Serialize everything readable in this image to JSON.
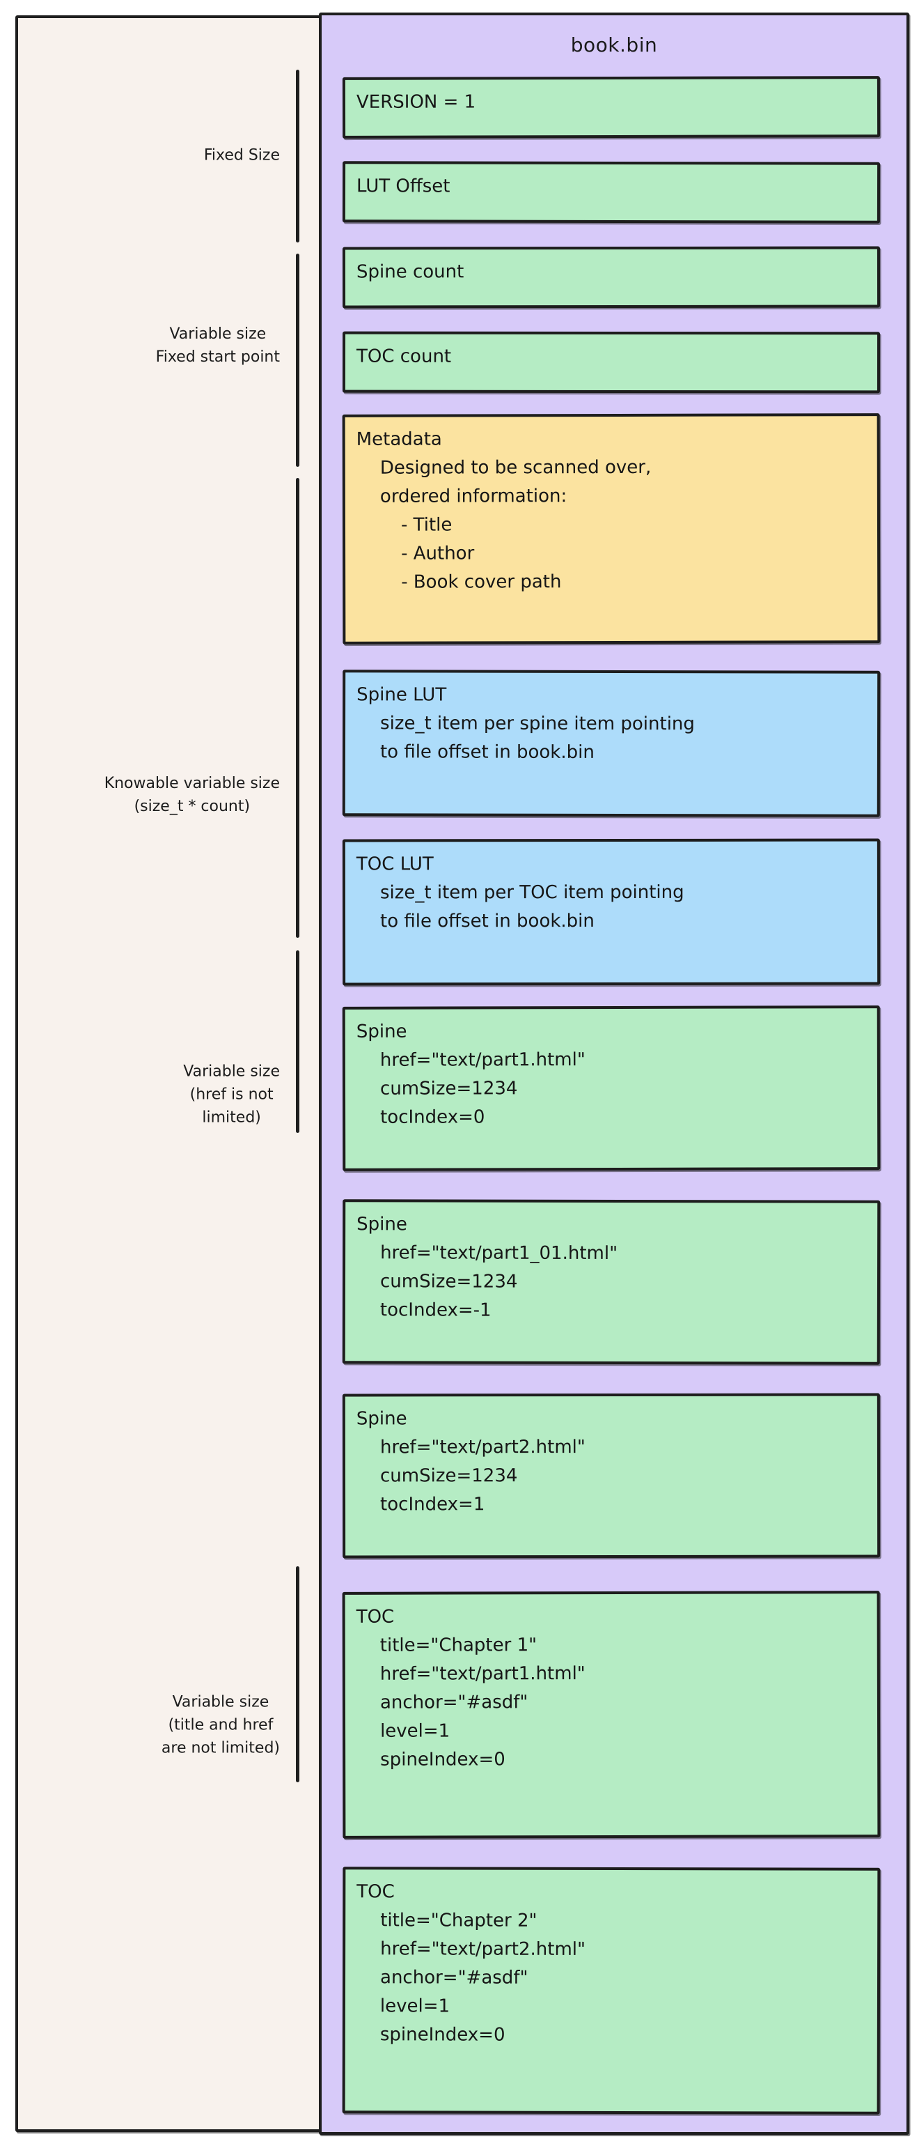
{
  "panel": {
    "title": "book.bin"
  },
  "groups": [
    {
      "label": "Fixed Size"
    },
    {
      "label": "Variable size\nFixed start point"
    },
    {
      "label": "Knowable variable size\n(size_t * count)"
    },
    {
      "label": "Variable size\n(href is not\nlimited)"
    },
    {
      "label": "Variable size\n(title and href\nare not limited)"
    }
  ],
  "boxes": [
    {
      "name": "version",
      "color": "green",
      "lines": [
        {
          "t": "VERSION = 1",
          "ind": 0
        }
      ]
    },
    {
      "name": "lut-offset",
      "color": "green",
      "lines": [
        {
          "t": "LUT Offset",
          "ind": 0
        }
      ]
    },
    {
      "name": "spine-count",
      "color": "green",
      "lines": [
        {
          "t": "Spine count",
          "ind": 0
        }
      ]
    },
    {
      "name": "toc-count",
      "color": "green",
      "lines": [
        {
          "t": "TOC count",
          "ind": 0
        }
      ]
    },
    {
      "name": "metadata",
      "color": "yellow",
      "lines": [
        {
          "t": "Metadata",
          "ind": 0
        },
        {
          "t": "Designed to be scanned over,",
          "ind": 1
        },
        {
          "t": "ordered information:",
          "ind": 1
        },
        {
          "t": "- Title",
          "ind": 2
        },
        {
          "t": "- Author",
          "ind": 2
        },
        {
          "t": "- Book cover path",
          "ind": 2
        }
      ]
    },
    {
      "name": "spine-lut",
      "color": "blue",
      "lines": [
        {
          "t": "Spine LUT",
          "ind": 0
        },
        {
          "t": "size_t item per spine item pointing",
          "ind": 1
        },
        {
          "t": "to file offset in book.bin",
          "ind": 1
        }
      ]
    },
    {
      "name": "toc-lut",
      "color": "blue",
      "lines": [
        {
          "t": "TOC LUT",
          "ind": 0
        },
        {
          "t": "size_t item per TOC item pointing",
          "ind": 1
        },
        {
          "t": "to file offset in book.bin",
          "ind": 1
        }
      ]
    },
    {
      "name": "spine-1",
      "color": "green",
      "lines": [
        {
          "t": "Spine",
          "ind": 0
        },
        {
          "t": "href=\"text/part1.html\"",
          "ind": 1
        },
        {
          "t": "cumSize=1234",
          "ind": 1
        },
        {
          "t": "tocIndex=0",
          "ind": 1
        }
      ]
    },
    {
      "name": "spine-2",
      "color": "green",
      "lines": [
        {
          "t": "Spine",
          "ind": 0
        },
        {
          "t": "href=\"text/part1_01.html\"",
          "ind": 1
        },
        {
          "t": "cumSize=1234",
          "ind": 1
        },
        {
          "t": "tocIndex=-1",
          "ind": 1
        }
      ]
    },
    {
      "name": "spine-3",
      "color": "green",
      "lines": [
        {
          "t": "Spine",
          "ind": 0
        },
        {
          "t": "href=\"text/part2.html\"",
          "ind": 1
        },
        {
          "t": "cumSize=1234",
          "ind": 1
        },
        {
          "t": "tocIndex=1",
          "ind": 1
        }
      ]
    },
    {
      "name": "toc-1",
      "color": "green",
      "lines": [
        {
          "t": "TOC",
          "ind": 0
        },
        {
          "t": "title=\"Chapter 1\"",
          "ind": 1
        },
        {
          "t": "href=\"text/part1.html\"",
          "ind": 1
        },
        {
          "t": "anchor=\"#asdf\"",
          "ind": 1
        },
        {
          "t": "level=1",
          "ind": 1
        },
        {
          "t": "spineIndex=0",
          "ind": 1
        }
      ]
    },
    {
      "name": "toc-2",
      "color": "green",
      "lines": [
        {
          "t": "TOC",
          "ind": 0
        },
        {
          "t": "title=\"Chapter 2\"",
          "ind": 1
        },
        {
          "t": "href=\"text/part2.html\"",
          "ind": 1
        },
        {
          "t": "anchor=\"#asdf\"",
          "ind": 1
        },
        {
          "t": "level=1",
          "ind": 1
        },
        {
          "t": "spineIndex=0",
          "ind": 1
        }
      ]
    }
  ],
  "colors": {
    "green": "#b5ecc4",
    "yellow": "#fbe3a0",
    "blue": "#addcfa",
    "panel_purple": "#d7caf9",
    "panel_cream": "#f8f2ed",
    "stroke": "#1d1d1d"
  }
}
